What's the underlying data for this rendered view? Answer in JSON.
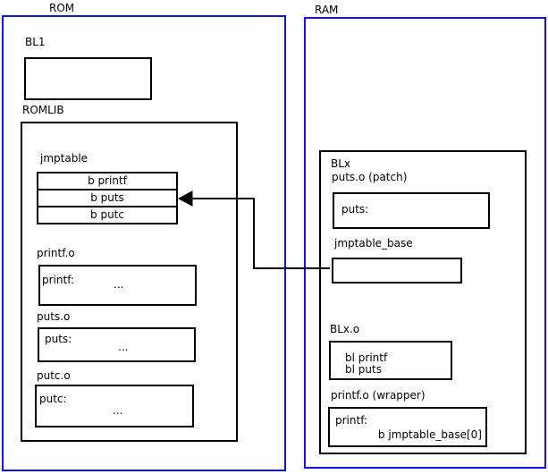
{
  "colors": {
    "region_border": "#0f0fff",
    "box_border": "#000000",
    "background": "#ffffff",
    "text": "#000000"
  },
  "rom": {
    "title": "ROM",
    "bl1": {
      "label": "BL1"
    },
    "romlib": {
      "label": "ROMLIB",
      "jmptable": {
        "label": "jmptable",
        "rows": [
          "b printf",
          "b puts",
          "b putc"
        ]
      },
      "printf_o": {
        "label": "printf.o",
        "symbol": "printf:",
        "ellipsis": "..."
      },
      "puts_o": {
        "label": "puts.o",
        "symbol": "puts:",
        "ellipsis": "..."
      },
      "putc_o": {
        "label": "putc.o",
        "symbol": "putc:",
        "ellipsis": "..."
      }
    }
  },
  "ram": {
    "title": "RAM",
    "blx": {
      "label": "BLx",
      "puts_patch": {
        "label": "puts.o (patch)",
        "symbol": "puts:"
      },
      "jmptable_base": {
        "label": "jmptable_base"
      },
      "blx_o": {
        "label": "BLx.o",
        "lines": [
          "bl printf",
          "bl puts"
        ]
      },
      "printf_wrapper": {
        "label": "printf.o (wrapper)",
        "symbol": "printf:",
        "branch": "b jmptable_base[0]"
      }
    }
  },
  "connector": {
    "description": "arrow from jmptable_base (RAM) to 'b puts' entry of jmptable (ROM)"
  }
}
